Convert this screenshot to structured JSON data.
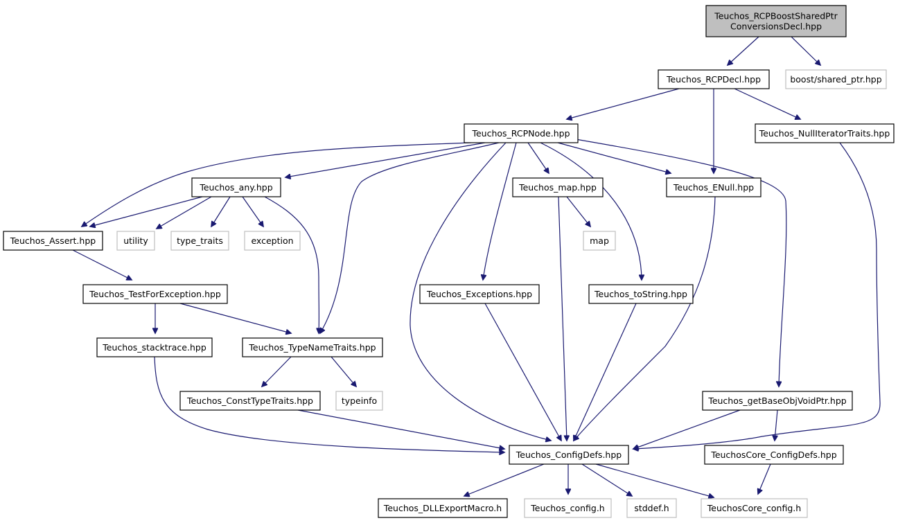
{
  "graph": {
    "colors": {
      "edge": "#191970",
      "root_fill": "#bfbfbf",
      "external_border": "#bfbfbf",
      "node_border": "#000000"
    },
    "nodes": [
      {
        "id": "root",
        "lines": [
          "Teuchos_RCPBoostSharedPtr",
          "ConversionsDecl.hpp"
        ],
        "kind": "root"
      },
      {
        "id": "rcpdecl",
        "lines": [
          "Teuchos_RCPDecl.hpp"
        ],
        "kind": "normal"
      },
      {
        "id": "boostshared",
        "lines": [
          "boost/shared_ptr.hpp"
        ],
        "kind": "external"
      },
      {
        "id": "rcpnode",
        "lines": [
          "Teuchos_RCPNode.hpp"
        ],
        "kind": "normal"
      },
      {
        "id": "nulliter",
        "lines": [
          "Teuchos_NullIteratorTraits.hpp"
        ],
        "kind": "normal"
      },
      {
        "id": "any",
        "lines": [
          "Teuchos_any.hpp"
        ],
        "kind": "normal"
      },
      {
        "id": "map",
        "lines": [
          "Teuchos_map.hpp"
        ],
        "kind": "normal"
      },
      {
        "id": "enull",
        "lines": [
          "Teuchos_ENull.hpp"
        ],
        "kind": "normal"
      },
      {
        "id": "assert",
        "lines": [
          "Teuchos_Assert.hpp"
        ],
        "kind": "normal"
      },
      {
        "id": "utility",
        "lines": [
          "utility"
        ],
        "kind": "external"
      },
      {
        "id": "typetraits",
        "lines": [
          "type_traits"
        ],
        "kind": "external"
      },
      {
        "id": "exception",
        "lines": [
          "exception"
        ],
        "kind": "external"
      },
      {
        "id": "mapstd",
        "lines": [
          "map"
        ],
        "kind": "external"
      },
      {
        "id": "testforexc",
        "lines": [
          "Teuchos_TestForException.hpp"
        ],
        "kind": "normal"
      },
      {
        "id": "exceptions",
        "lines": [
          "Teuchos_Exceptions.hpp"
        ],
        "kind": "normal"
      },
      {
        "id": "tostring",
        "lines": [
          "Teuchos_toString.hpp"
        ],
        "kind": "normal"
      },
      {
        "id": "stacktrace",
        "lines": [
          "Teuchos_stacktrace.hpp"
        ],
        "kind": "normal"
      },
      {
        "id": "typename",
        "lines": [
          "Teuchos_TypeNameTraits.hpp"
        ],
        "kind": "normal"
      },
      {
        "id": "consttype",
        "lines": [
          "Teuchos_ConstTypeTraits.hpp"
        ],
        "kind": "normal"
      },
      {
        "id": "typeinfo",
        "lines": [
          "typeinfo"
        ],
        "kind": "external"
      },
      {
        "id": "getbase",
        "lines": [
          "Teuchos_getBaseObjVoidPtr.hpp"
        ],
        "kind": "normal"
      },
      {
        "id": "configdefs",
        "lines": [
          "Teuchos_ConfigDefs.hpp"
        ],
        "kind": "normal"
      },
      {
        "id": "coreconfigdefs",
        "lines": [
          "TeuchosCore_ConfigDefs.hpp"
        ],
        "kind": "normal"
      },
      {
        "id": "dllexport",
        "lines": [
          "Teuchos_DLLExportMacro.h"
        ],
        "kind": "normal"
      },
      {
        "id": "config",
        "lines": [
          "Teuchos_config.h"
        ],
        "kind": "external"
      },
      {
        "id": "stddef",
        "lines": [
          "stddef.h"
        ],
        "kind": "external"
      },
      {
        "id": "coreconfig",
        "lines": [
          "TeuchosCore_config.h"
        ],
        "kind": "external"
      }
    ],
    "edges": [
      {
        "from": "root",
        "to": "rcpdecl"
      },
      {
        "from": "root",
        "to": "boostshared"
      },
      {
        "from": "rcpdecl",
        "to": "rcpnode"
      },
      {
        "from": "rcpdecl",
        "to": "enull"
      },
      {
        "from": "rcpdecl",
        "to": "nulliter"
      },
      {
        "from": "rcpnode",
        "to": "assert"
      },
      {
        "from": "rcpnode",
        "to": "any"
      },
      {
        "from": "rcpnode",
        "to": "typename"
      },
      {
        "from": "rcpnode",
        "to": "configdefs"
      },
      {
        "from": "rcpnode",
        "to": "exceptions"
      },
      {
        "from": "rcpnode",
        "to": "map"
      },
      {
        "from": "rcpnode",
        "to": "tostring"
      },
      {
        "from": "rcpnode",
        "to": "enull"
      },
      {
        "from": "rcpnode",
        "to": "getbase"
      },
      {
        "from": "nulliter",
        "to": "configdefs"
      },
      {
        "from": "any",
        "to": "assert"
      },
      {
        "from": "any",
        "to": "utility"
      },
      {
        "from": "any",
        "to": "typetraits"
      },
      {
        "from": "any",
        "to": "exception"
      },
      {
        "from": "any",
        "to": "typename"
      },
      {
        "from": "map",
        "to": "mapstd"
      },
      {
        "from": "map",
        "to": "configdefs"
      },
      {
        "from": "enull",
        "to": "configdefs"
      },
      {
        "from": "assert",
        "to": "testforexc"
      },
      {
        "from": "testforexc",
        "to": "stacktrace"
      },
      {
        "from": "testforexc",
        "to": "typename"
      },
      {
        "from": "exceptions",
        "to": "configdefs"
      },
      {
        "from": "tostring",
        "to": "configdefs"
      },
      {
        "from": "stacktrace",
        "to": "configdefs"
      },
      {
        "from": "typename",
        "to": "consttype"
      },
      {
        "from": "typename",
        "to": "typeinfo"
      },
      {
        "from": "consttype",
        "to": "configdefs"
      },
      {
        "from": "getbase",
        "to": "configdefs"
      },
      {
        "from": "getbase",
        "to": "coreconfigdefs"
      },
      {
        "from": "coreconfigdefs",
        "to": "coreconfig"
      },
      {
        "from": "configdefs",
        "to": "dllexport"
      },
      {
        "from": "configdefs",
        "to": "config"
      },
      {
        "from": "configdefs",
        "to": "stddef"
      },
      {
        "from": "configdefs",
        "to": "coreconfig"
      }
    ]
  }
}
